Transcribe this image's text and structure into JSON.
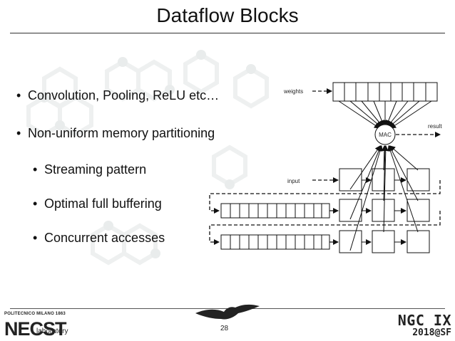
{
  "slide": {
    "title": "Dataflow Blocks",
    "bullets": [
      {
        "text": "Convolution, Pooling, ReLU etc…",
        "level": 1
      },
      {
        "text": "Non-uniform memory partitioning",
        "level": 1
      },
      {
        "text": "Streaming pattern",
        "level": 2
      },
      {
        "text": "Optimal full buffering",
        "level": 2
      },
      {
        "text": "Concurrent accesses",
        "level": 2
      }
    ],
    "page_number": "28"
  },
  "diagram": {
    "weights_label": "weights",
    "result_label": "result",
    "input_label": "input",
    "mac_label": "MAC"
  },
  "footer": {
    "left_logo_line1": "POLITECNICO MILANO 1863",
    "left_logo_main": "NECST",
    "left_logo_sub": "laboratory",
    "right_logo_main": "NGC IX",
    "right_logo_sub": "2018@SF"
  }
}
